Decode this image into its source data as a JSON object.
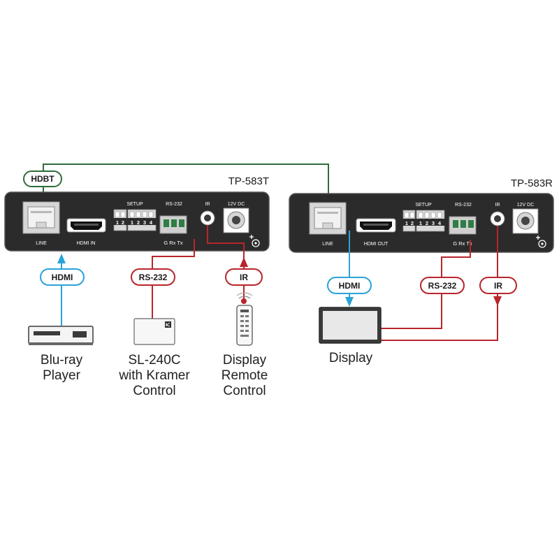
{
  "colors": {
    "hdbt": "#2d6e3a",
    "hdmi": "#2aa3d9",
    "rs232": "#b8252c",
    "ir": "#b8252c",
    "device_body": "#2b2b2b",
    "device_border": "#444444"
  },
  "link": {
    "label": "HDBT"
  },
  "transmitter": {
    "model": "TP-583T",
    "ports": {
      "line": "LINE",
      "hdmi": "HDMI IN",
      "setup": "SETUP",
      "setup_numbers": [
        "1",
        "2",
        "1",
        "2",
        "3",
        "4"
      ],
      "rs232": "RS-232",
      "rs232_pins": "G Rx Tx",
      "ir": "IR",
      "power": "12V DC"
    },
    "connections": {
      "hdmi": "HDMI",
      "rs232": "RS-232",
      "ir": "IR"
    },
    "devices": {
      "bluray": {
        "line1": "Blu-ray",
        "line2": "Player",
        "icon": "bluray-player-icon"
      },
      "controller": {
        "line1": "SL-240C",
        "line2": "with Kramer",
        "line3": "Control",
        "icon": "controller-box-icon"
      },
      "remote": {
        "line1": "Display",
        "line2": "Remote",
        "line3": "Control",
        "icon": "remote-control-icon"
      }
    }
  },
  "receiver": {
    "model": "TP-583R",
    "ports": {
      "line": "LINE",
      "hdmi": "HDMI OUT",
      "setup": "SETUP",
      "setup_numbers": [
        "1",
        "2",
        "1",
        "2",
        "3",
        "4"
      ],
      "rs232": "RS-232",
      "rs232_pins": "G Rx Tx",
      "ir": "IR",
      "power": "12V DC"
    },
    "connections": {
      "hdmi": "HDMI",
      "rs232": "RS-232",
      "ir": "IR"
    },
    "devices": {
      "display": {
        "line1": "Display",
        "icon": "display-icon"
      }
    }
  }
}
